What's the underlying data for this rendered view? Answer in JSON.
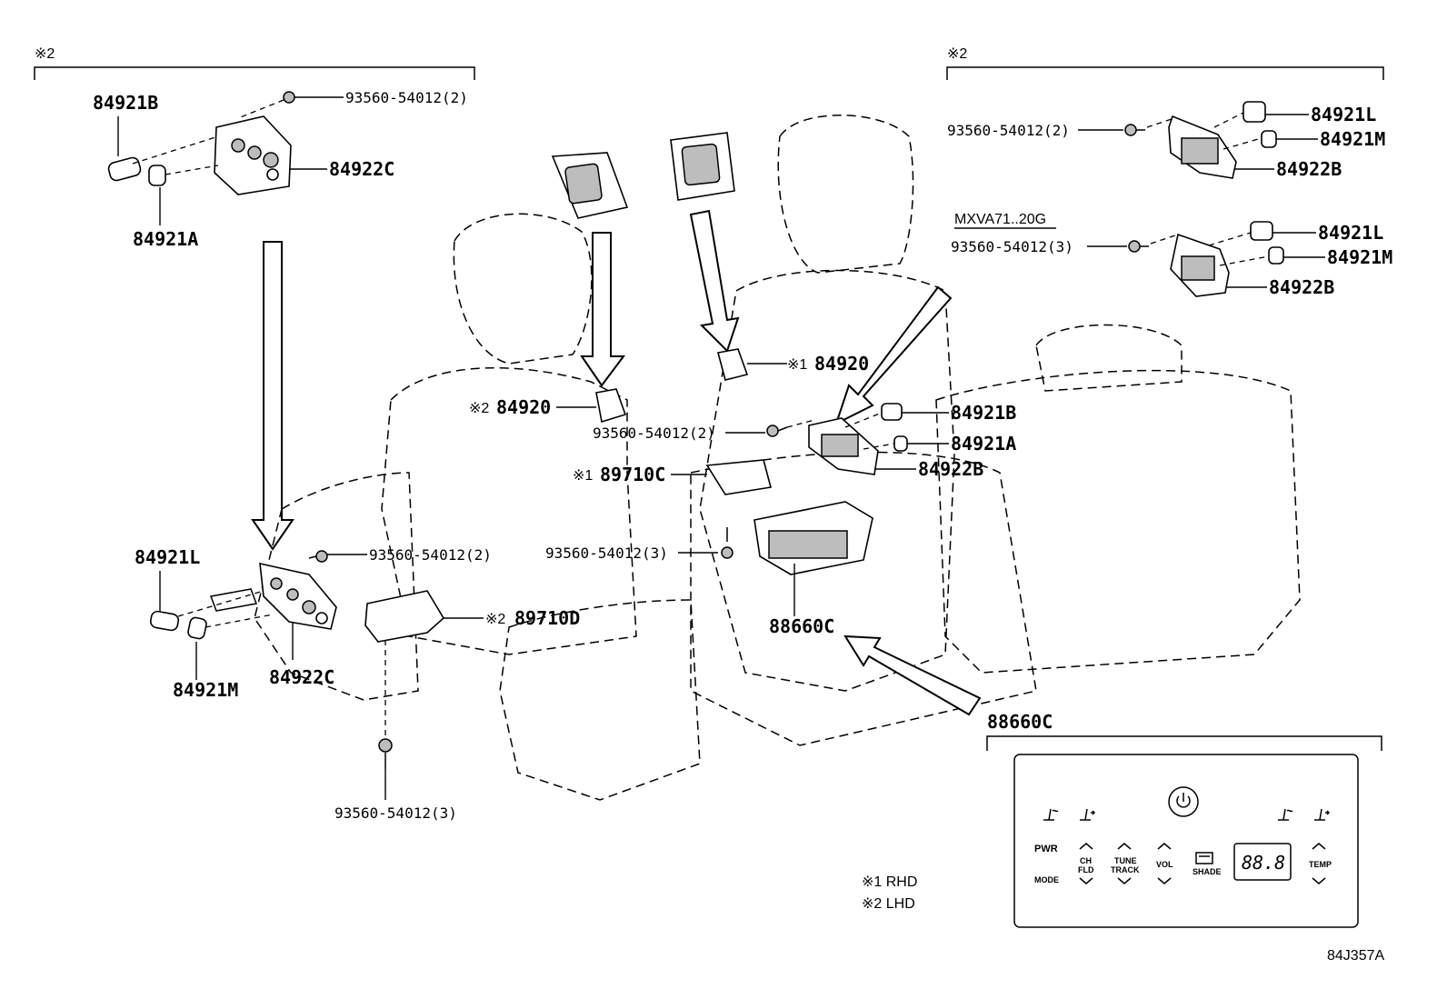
{
  "notes": {
    "lhd_mark_left": "※2",
    "lhd_mark_right": "※2",
    "variant_label": "MXVA71..20G",
    "legend_rhd": "※1 RHD",
    "legend_lhd": "※2 LHD",
    "figure_id": "84J357A"
  },
  "callouts": {
    "tl_switch_b": "84921B",
    "tl_screw": "93560-54012(2)",
    "tl_base": "84922C",
    "tl_switch_a": "84921A",
    "tr_screw": "93560-54012(2)",
    "tr_switch_l": "84921L",
    "tr_switch_m": "84921M",
    "tr_base": "84922B",
    "mr_screw": "93560-54012(3)",
    "mr_switch_l": "84921L",
    "mr_switch_m": "84921M",
    "mr_base": "84922B",
    "rhd_switch_prefix": "※1",
    "rhd_switch": "84920",
    "lhd_switch_prefix": "※2",
    "lhd_switch": "84920",
    "center_screw": "93560-54012(2)",
    "center_switch_b": "84921B",
    "center_switch_a": "84921A",
    "center_base": "84922B",
    "rhd_box_prefix": "※1",
    "rhd_box": "89710C",
    "center_screw2": "93560-54012(3)",
    "ctrl_panel": "88660C",
    "ll_switch_l": "84921L",
    "ll_screw": "93560-54012(2)",
    "ll_switch_m": "84921M",
    "ll_base": "84922C",
    "lhd_box_prefix": "※2",
    "lhd_box": "89710D",
    "bottom_screw": "93560-54012(3)",
    "panel_detail": "88660C"
  },
  "panel": {
    "pwr": "PWR",
    "mode": "MODE",
    "ch_fld_1": "CH",
    "ch_fld_2": "FLD",
    "tune_1": "TUNE",
    "tune_2": "TRACK",
    "vol": "VOL",
    "shade": "SHADE",
    "lcd": "88.8",
    "temp": "TEMP"
  }
}
